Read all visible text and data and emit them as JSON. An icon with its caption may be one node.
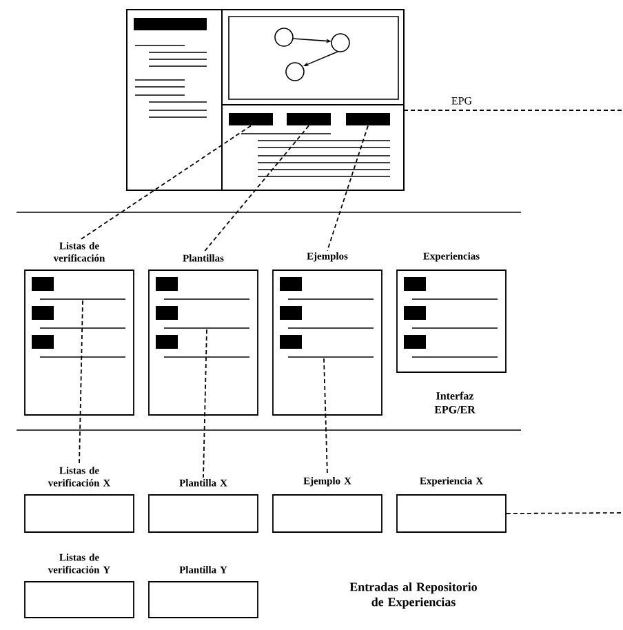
{
  "diagram": {
    "nodes": [
      {
        "text": [],
        "shape": "box"
      },
      {
        "text": [],
        "shape": "bar",
        "in": 0
      },
      {
        "text": [],
        "shape": "bar",
        "in": 0
      },
      {
        "text": [],
        "shape": "bar",
        "in": 0
      },
      {
        "text": [
          "Listas de verificación"
        ]
      },
      {
        "text": [
          "Plantillas"
        ]
      },
      {
        "text": [
          "Ejemplos"
        ]
      },
      {
        "text": [
          "Experiencias"
        ]
      },
      {
        "text": [
          "Listas de verificación X"
        ]
      },
      {
        "text": [
          "Plantilla X"
        ]
      },
      {
        "text": [
          "Ejemplo X"
        ]
      },
      {
        "text": [
          "Experiencia X"
        ]
      },
      {
        "text": [
          "Listas de verificación Y"
        ]
      },
      {
        "text": [
          "Plantilla Y"
        ]
      }
    ],
    "edges": [
      {
        "from": 0,
        "to": null,
        "arrow": "none",
        "style": "dashed",
        "label": "EPG"
      },
      {
        "from": 1,
        "to": 4,
        "arrow": "none",
        "style": "dashed"
      },
      {
        "from": 2,
        "to": 5,
        "arrow": "none",
        "style": "dashed"
      },
      {
        "from": 3,
        "to": 6,
        "arrow": "none",
        "style": "dashed"
      },
      {
        "from": 4,
        "to": 8,
        "arrow": "none",
        "style": "dashed"
      },
      {
        "from": 5,
        "to": 9,
        "arrow": "none",
        "style": "dashed"
      },
      {
        "from": 6,
        "to": 10,
        "arrow": "none",
        "style": "dashed"
      },
      {
        "from": 11,
        "to": null,
        "arrow": "none",
        "style": "dashed"
      }
    ],
    "labels": [
      "Interfaz EPG/ER",
      "Entradas al Repositorio de Experiencias"
    ]
  }
}
